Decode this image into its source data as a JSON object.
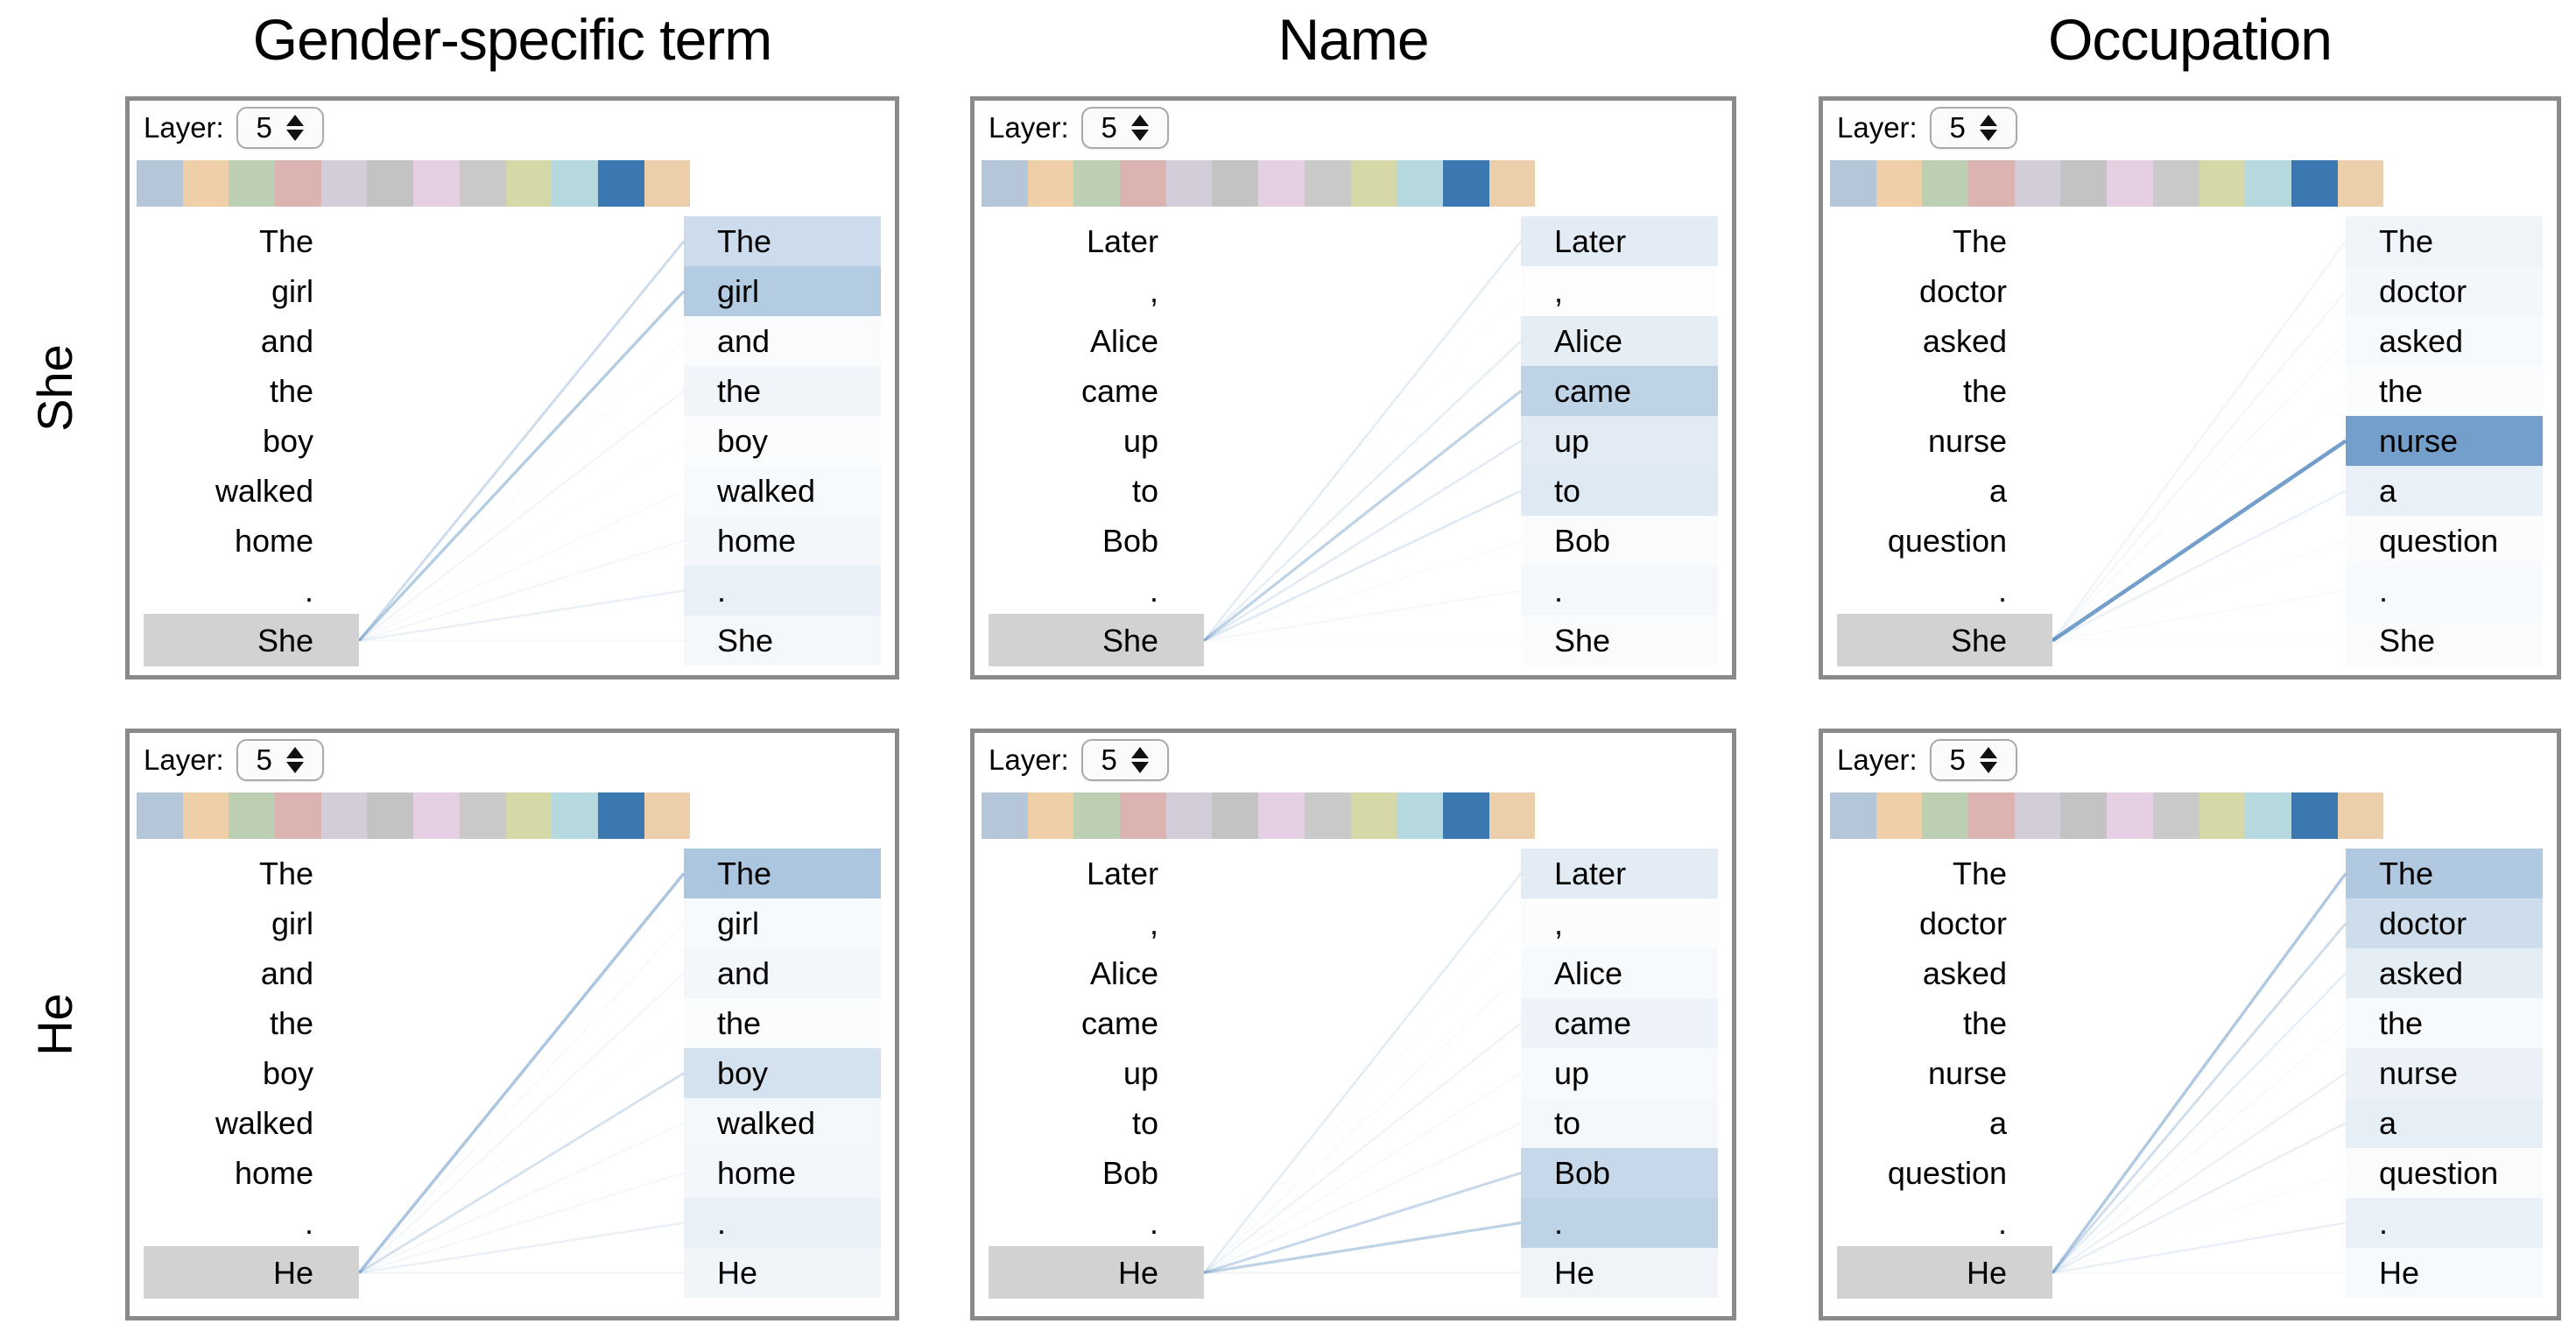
{
  "column_headers": [
    "Gender-specific term",
    "Name",
    "Occupation"
  ],
  "row_headers": [
    "She",
    "He"
  ],
  "layer_control": {
    "label": "Layer:",
    "value": "5"
  },
  "head_colors": [
    "#b4c6d8",
    "#efcfa8",
    "#bccfb2",
    "#dbb3b1",
    "#d2cdd9",
    "#c2c3c2",
    "#e4cfe3",
    "#c8c9c8",
    "#d7d8a8",
    "#b5d9de",
    "#3b77b0",
    "#ecceaa"
  ],
  "attention": {
    "base_rgb": [
      58,
      120,
      180
    ],
    "selected_token_bg": "#d2d2d2",
    "panel_border": "#8a8a8a"
  },
  "panels": [
    {
      "row": "She",
      "column": "Gender-specific term",
      "tokens": [
        "The",
        "girl",
        "and",
        "the",
        "boy",
        "walked",
        "home",
        ".",
        "She"
      ],
      "selected_index": 8,
      "weights": [
        0.26,
        0.38,
        0.03,
        0.07,
        0.02,
        0.04,
        0.06,
        0.11,
        0.05
      ]
    },
    {
      "row": "She",
      "column": "Name",
      "tokens": [
        "Later",
        ",",
        "Alice",
        "came",
        "up",
        "to",
        "Bob",
        ".",
        "She"
      ],
      "selected_index": 8,
      "weights": [
        0.14,
        0.01,
        0.13,
        0.33,
        0.15,
        0.16,
        0.03,
        0.05,
        0.03
      ]
    },
    {
      "row": "She",
      "column": "Occupation",
      "tokens": [
        "The",
        "doctor",
        "asked",
        "the",
        "nurse",
        "a",
        "question",
        ".",
        "She"
      ],
      "selected_index": 8,
      "weights": [
        0.08,
        0.06,
        0.04,
        0.02,
        0.71,
        0.11,
        0.02,
        0.04,
        0.03
      ]
    },
    {
      "row": "He",
      "column": "Gender-specific term",
      "tokens": [
        "The",
        "girl",
        "and",
        "the",
        "boy",
        "walked",
        "home",
        ".",
        "He"
      ],
      "selected_index": 8,
      "weights": [
        0.42,
        0.04,
        0.06,
        0.02,
        0.22,
        0.05,
        0.06,
        0.11,
        0.07
      ]
    },
    {
      "row": "He",
      "column": "Name",
      "tokens": [
        "Later",
        ",",
        "Alice",
        "came",
        "up",
        "to",
        "Bob",
        ".",
        "He"
      ],
      "selected_index": 8,
      "weights": [
        0.14,
        0.02,
        0.04,
        0.09,
        0.04,
        0.05,
        0.29,
        0.33,
        0.08
      ]
    },
    {
      "row": "He",
      "column": "Occupation",
      "tokens": [
        "The",
        "doctor",
        "asked",
        "the",
        "nurse",
        "a",
        "question",
        ".",
        "He"
      ],
      "selected_index": 8,
      "weights": [
        0.4,
        0.25,
        0.13,
        0.04,
        0.1,
        0.12,
        0.03,
        0.11,
        0.04
      ]
    }
  ]
}
